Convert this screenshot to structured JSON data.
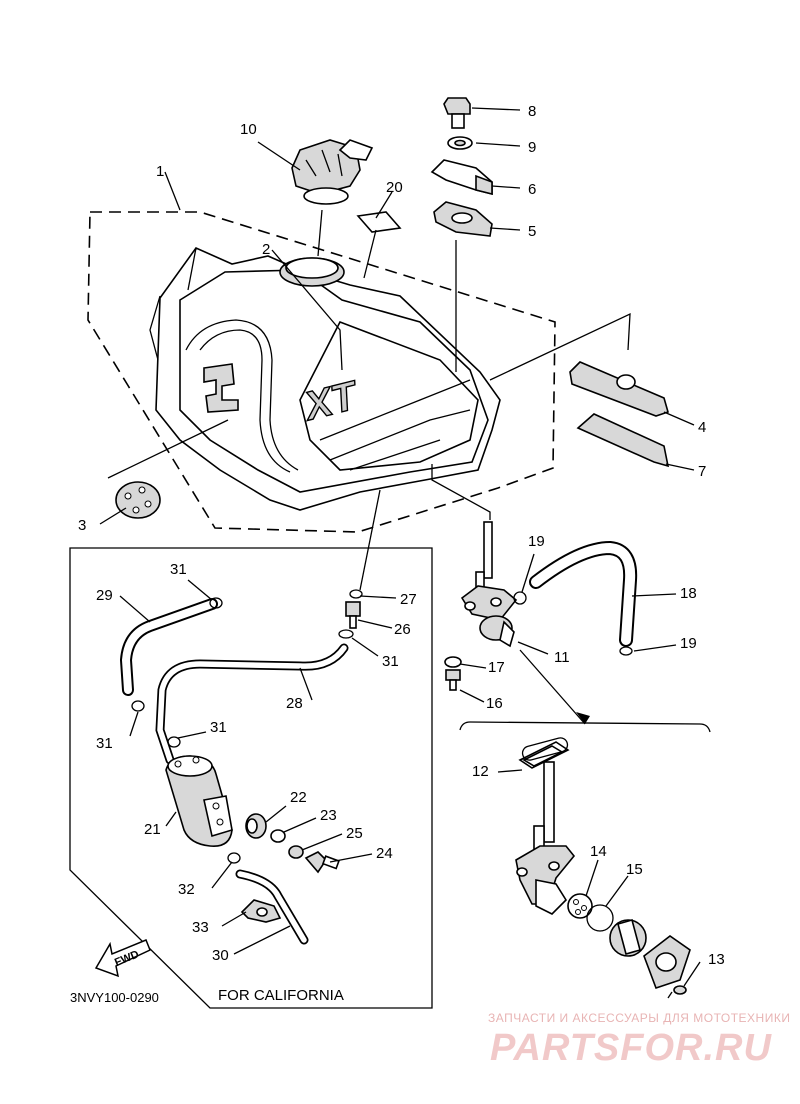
{
  "callouts": [
    {
      "id": "1",
      "text": "1"
    },
    {
      "id": "2",
      "text": "2"
    },
    {
      "id": "3",
      "text": "3"
    },
    {
      "id": "4",
      "text": "4"
    },
    {
      "id": "5",
      "text": "5"
    },
    {
      "id": "6",
      "text": "6"
    },
    {
      "id": "7",
      "text": "7"
    },
    {
      "id": "8",
      "text": "8"
    },
    {
      "id": "9",
      "text": "9"
    },
    {
      "id": "10",
      "text": "10"
    },
    {
      "id": "11",
      "text": "11"
    },
    {
      "id": "12",
      "text": "12"
    },
    {
      "id": "13",
      "text": "13"
    },
    {
      "id": "14",
      "text": "14"
    },
    {
      "id": "15",
      "text": "15"
    },
    {
      "id": "16",
      "text": "16"
    },
    {
      "id": "17",
      "text": "17"
    },
    {
      "id": "18",
      "text": "18"
    },
    {
      "id": "19a",
      "text": "19"
    },
    {
      "id": "19b",
      "text": "19"
    },
    {
      "id": "20",
      "text": "20"
    },
    {
      "id": "21",
      "text": "21"
    },
    {
      "id": "22",
      "text": "22"
    },
    {
      "id": "23",
      "text": "23"
    },
    {
      "id": "24",
      "text": "24"
    },
    {
      "id": "25",
      "text": "25"
    },
    {
      "id": "26",
      "text": "26"
    },
    {
      "id": "27",
      "text": "27"
    },
    {
      "id": "28",
      "text": "28"
    },
    {
      "id": "29",
      "text": "29"
    },
    {
      "id": "30",
      "text": "30"
    },
    {
      "id": "31a",
      "text": "31"
    },
    {
      "id": "31b",
      "text": "31"
    },
    {
      "id": "31c",
      "text": "31"
    },
    {
      "id": "31d",
      "text": "31"
    },
    {
      "id": "32",
      "text": "32"
    },
    {
      "id": "33",
      "text": "33"
    }
  ],
  "diagram_code": "3NVY100-0290",
  "california_label": "FOR CALIFORNIA",
  "fwd_label": "FWD",
  "tank_logo": "XT",
  "watermark": {
    "tagline": "ЗАПЧАСТИ И АКСЕССУАРЫ ДЛЯ МОТОТЕХНИКИ",
    "brand": "PARTSFOR.RU",
    "color": "#e8b4b4"
  }
}
